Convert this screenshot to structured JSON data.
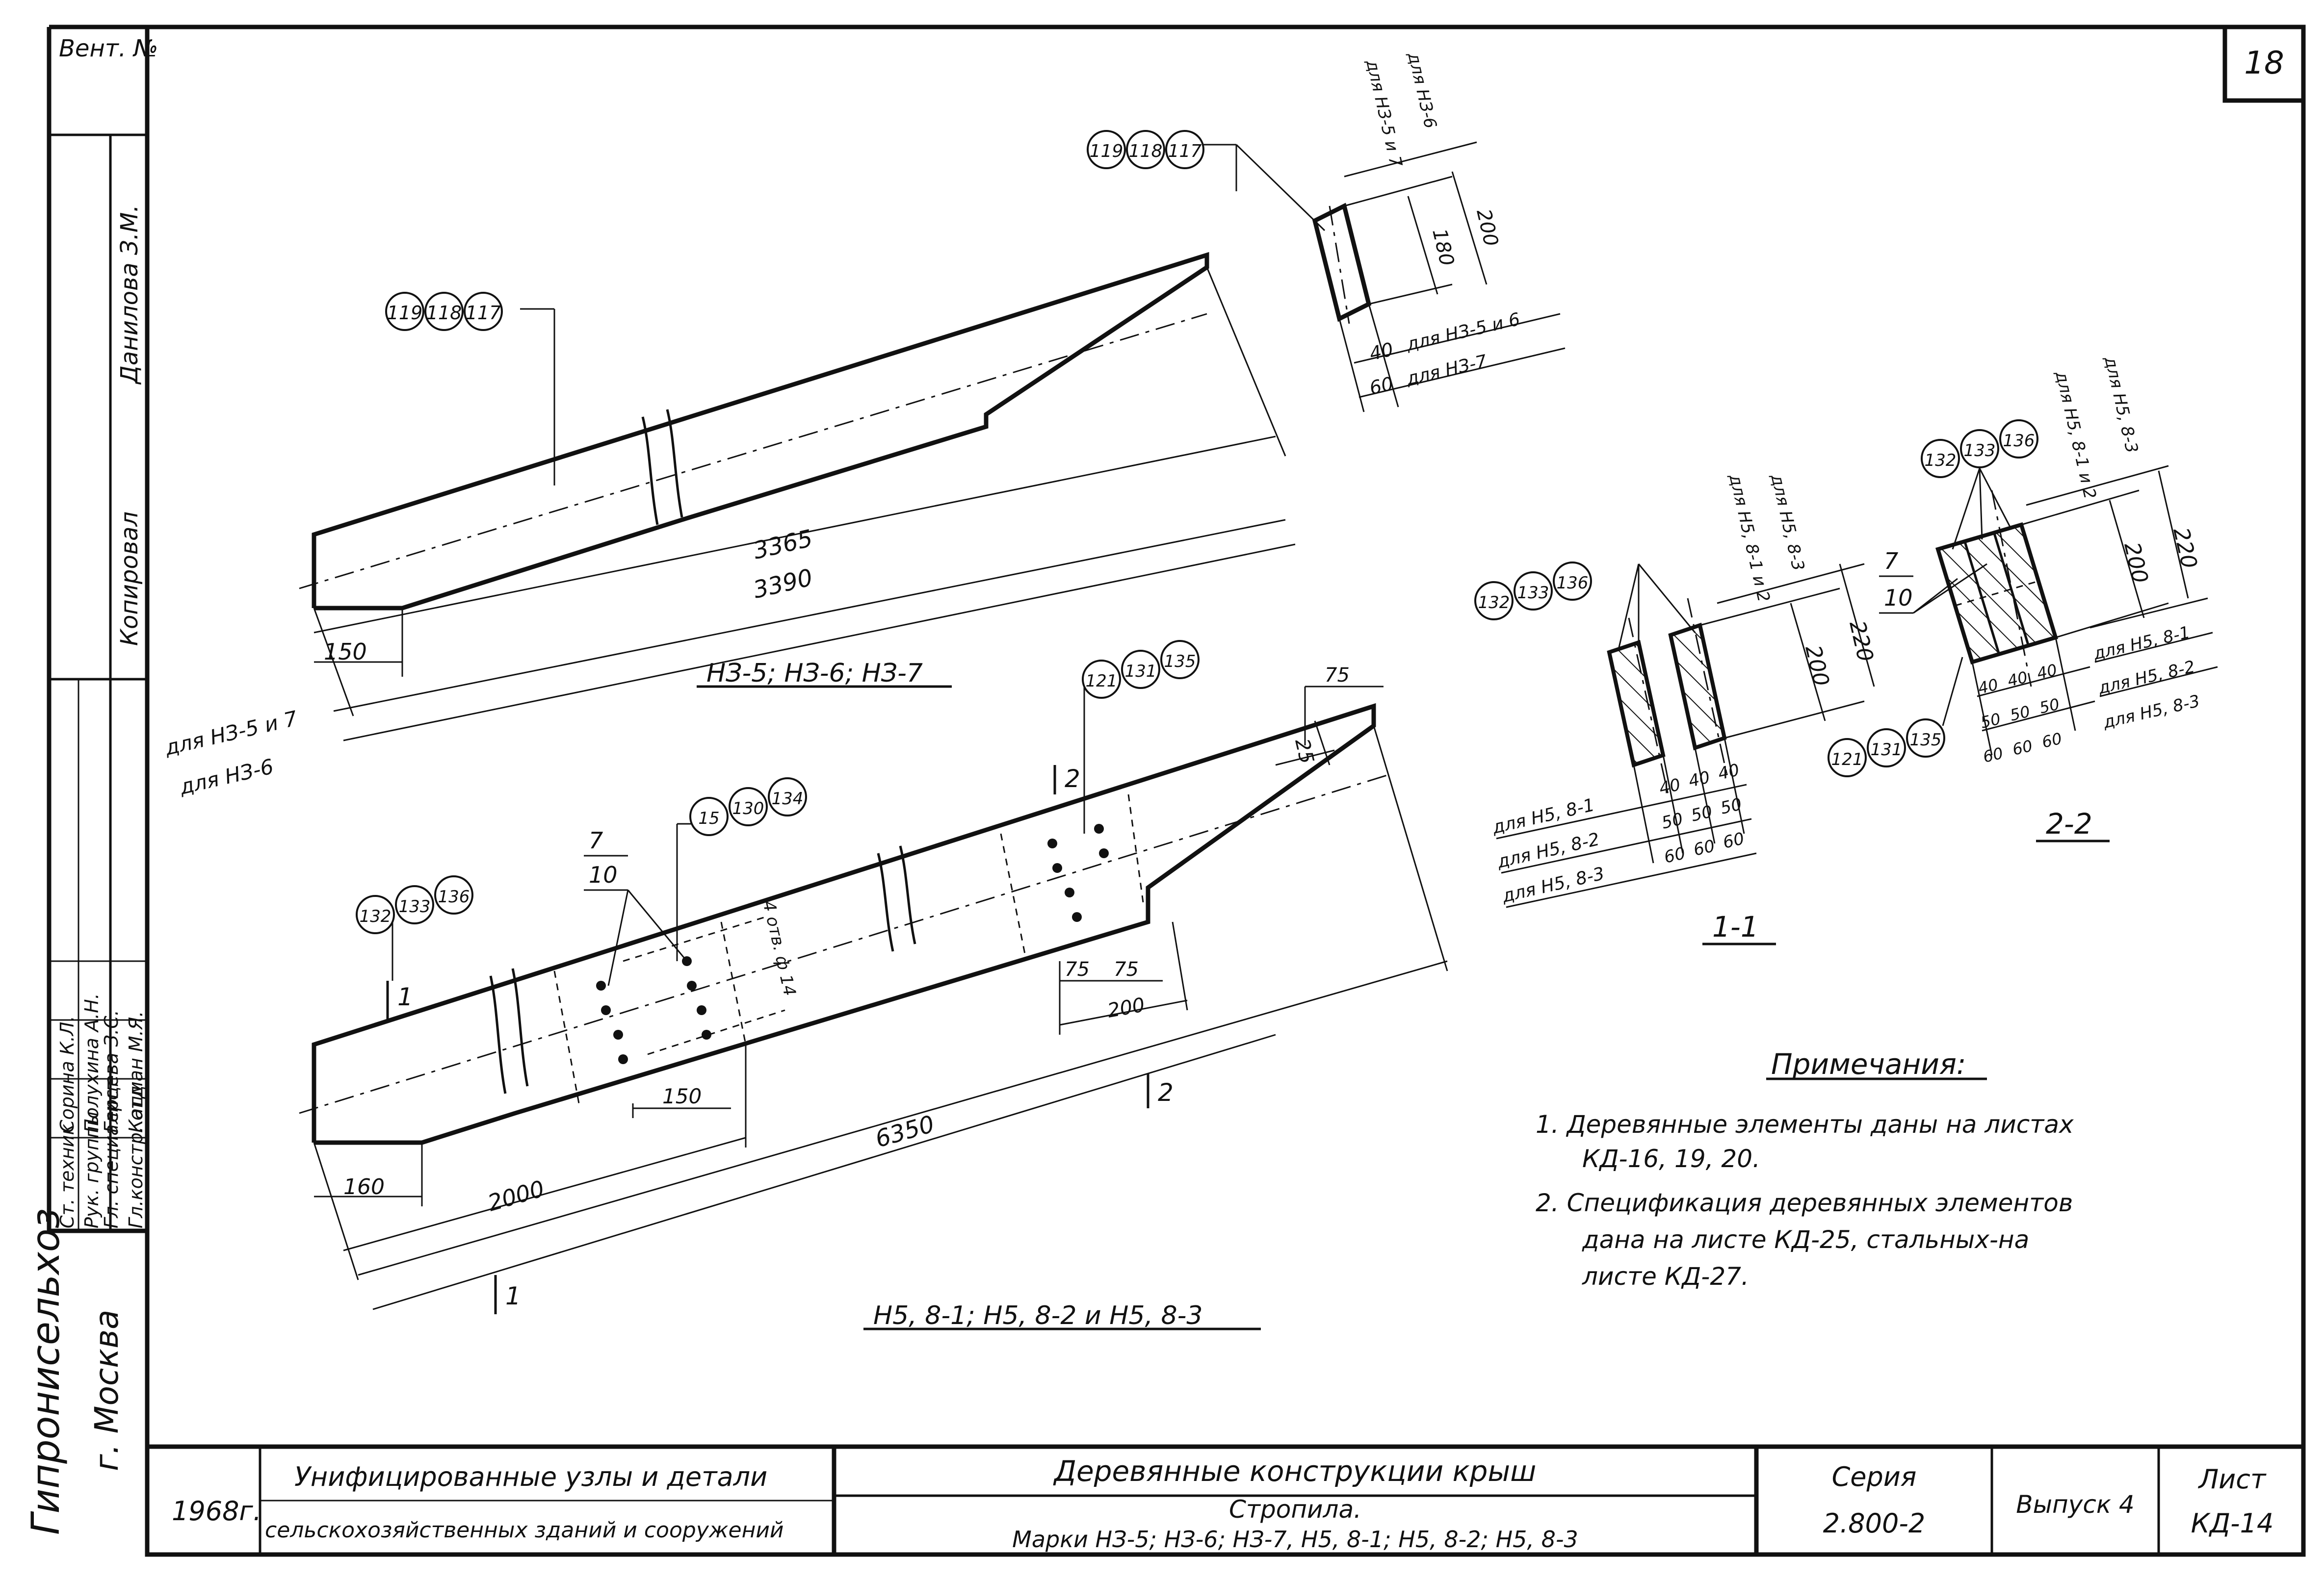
{
  "sheet": {
    "page_number": "18",
    "left_strip": {
      "top_label": "Вент. №",
      "copied_label": "Копировал",
      "copied_name": "Данилова З.М.",
      "roles": [
        "Гл.констр. отд",
        "Гл. специалист",
        "Рук. группы",
        "Ст. техник"
      ],
      "names": [
        "Кацман М.Я.",
        "Герцева З.С.",
        "Полухина А.Н.",
        "Сорина К.Л."
      ],
      "institute": "Гипронисельхоз",
      "city": "г. Москва"
    }
  },
  "view_top": {
    "title": "НЗ-5; НЗ-6; НЗ-7",
    "callout": [
      "119",
      "118",
      "117"
    ],
    "dims": {
      "d3365": "3365",
      "d3390": "3390",
      "d150": "150"
    },
    "for_labels": [
      "для НЗ-5 и 7",
      "для НЗ-6"
    ]
  },
  "section_top": {
    "callout": [
      "119",
      "118",
      "117"
    ],
    "dims": {
      "h180": "180",
      "h200": "200",
      "w40": "40",
      "w60": "60"
    },
    "labels": [
      "для НЗ-5 и 7",
      "для НЗ-6",
      "для НЗ-5 и 6",
      "для НЗ-7"
    ]
  },
  "view_bottom": {
    "title": "Н5, 8-1; Н5, 8-2 и Н5, 8-3",
    "callouts": {
      "left": [
        "132",
        "133",
        "136"
      ],
      "middle": [
        "15",
        "130",
        "134"
      ],
      "right": [
        "121",
        "131",
        "135"
      ]
    },
    "pos_labels": [
      "7",
      "10"
    ],
    "bolt_note": "4 отв. ф 14",
    "dims": {
      "d75a": "75",
      "d25": "25",
      "d75b": "75",
      "d75c": "75",
      "d200": "200",
      "d150": "150",
      "d2000": "2000",
      "d6350": "6350",
      "d160": "160"
    },
    "sections": {
      "s1": "1",
      "s2": "2"
    }
  },
  "section_1": {
    "title": "1-1",
    "callout": [
      "132",
      "133",
      "136"
    ],
    "dims": {
      "h200": "200",
      "h220": "220",
      "w40": "40",
      "w50": "50",
      "w60": "60"
    },
    "labels": [
      "для Н5, 8-1 и 2",
      "для Н5, 8-3",
      "для Н5, 8-1",
      "для Н5, 8-2",
      "для Н5, 8-3"
    ]
  },
  "section_2": {
    "title": "2-2",
    "callout_top": [
      "132",
      "133",
      "136"
    ],
    "callout_bottom": [
      "121",
      "131",
      "135"
    ],
    "pos_labels": [
      "7",
      "10"
    ],
    "dims": {
      "h200": "200",
      "h220": "220",
      "w40": "40",
      "w50": "50",
      "w60": "60"
    },
    "labels": [
      "для Н5, 8-1 и 2",
      "для Н5, 8-3",
      "для Н5, 8-1",
      "для Н5, 8-2",
      "для Н5, 8-3"
    ]
  },
  "notes": {
    "title": "Примечания:",
    "items": [
      "1. Деревянные элементы даны на листах",
      "КД-16, 19, 20.",
      "2. Спецификация деревянных элементов",
      "дана на листе КД-25, стальных-на",
      "листе КД-27."
    ]
  },
  "title_block": {
    "year": "1968г.",
    "project_line1": "Унифицированные узлы и детали",
    "project_line2": "сельскохозяйственных зданий и сооружений",
    "topic": "Деревянные конструкции крыш",
    "drawing_name": "Стропила.",
    "drawing_marks": "Марки НЗ-5; НЗ-6; НЗ-7, Н5, 8-1; Н5, 8-2; Н5, 8-3",
    "series_label": "Серия",
    "series_value": "2.800-2",
    "issue": "Выпуск 4",
    "sheet_label": "Лист",
    "sheet_value": "КД-14"
  }
}
